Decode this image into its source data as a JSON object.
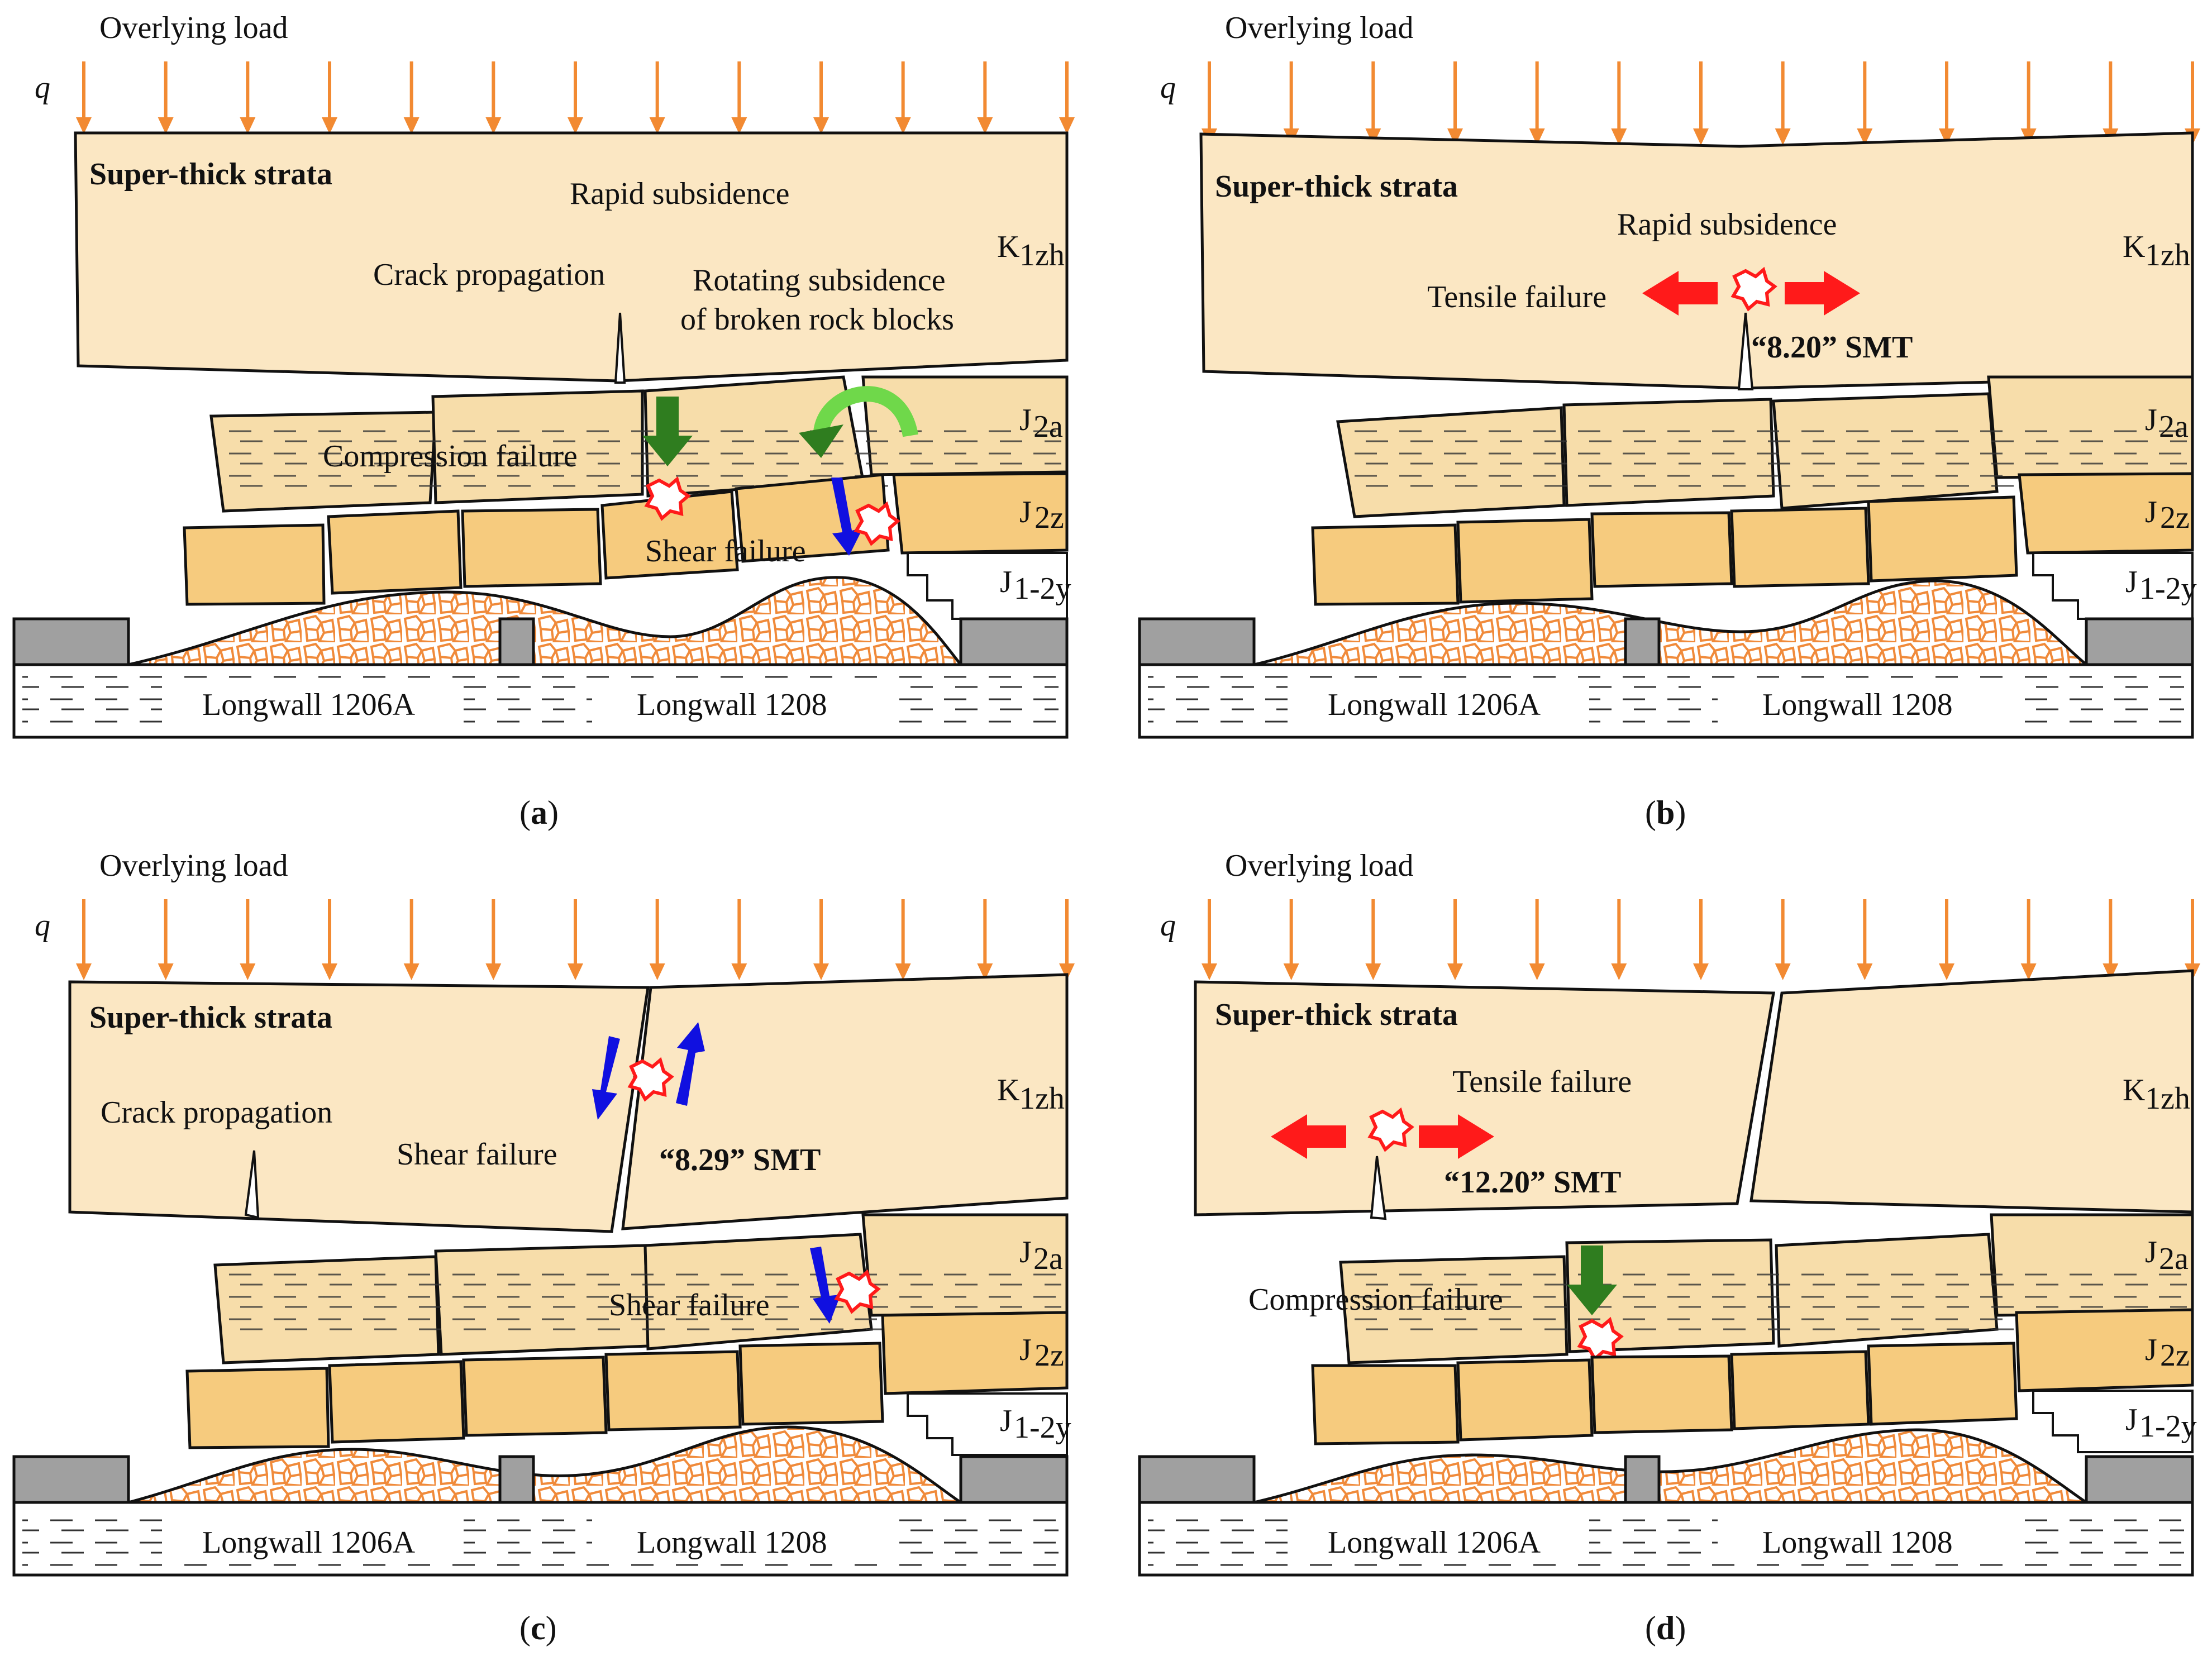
{
  "labels": {
    "overlying_load": "Overlying load",
    "q": "q",
    "super_thick_strata": "Super-thick strata",
    "longwall_a": "Longwall 1206A",
    "longwall_b": "Longwall 1208",
    "k1zh": "K",
    "k1zh_sub": "1zh",
    "j2a": "J",
    "j2a_sub": "2a",
    "j2z": "J",
    "j2z_sub": "2z",
    "j12y": "J",
    "j12y_sub": "1-2y"
  },
  "panels": [
    {
      "caption": "a",
      "annotations": {
        "rapid_subsidence": "Rapid subsidence",
        "crack_propagation": "Crack propagation",
        "rotating_1": "Rotating subsidence",
        "rotating_2": "of broken rock blocks",
        "compression_failure": "Compression failure",
        "shear_failure": "Shear failure"
      }
    },
    {
      "caption": "b",
      "annotations": {
        "rapid_subsidence": "Rapid subsidence",
        "tensile_failure": "Tensile failure",
        "smt": "“8.20” SMT"
      }
    },
    {
      "caption": "c",
      "annotations": {
        "crack_propagation": "Crack propagation",
        "shear_failure_upper": "Shear failure",
        "smt": "“8.29” SMT",
        "shear_failure_lower": "Shear failure"
      }
    },
    {
      "caption": "d",
      "annotations": {
        "tensile_failure": "Tensile failure",
        "smt": "“12.20” SMT",
        "compression_failure": "Compression failure"
      }
    }
  ],
  "colors": {
    "strata_fill": "#fbe7c3",
    "mid_fill": "#f7ddaa",
    "low_fill": "#f6cb7e",
    "gob_line": "#f08a3a",
    "load_arrow": "#f28a32",
    "coal_pillar": "#a0a0a0",
    "red_arrow": "#ff1a1a",
    "blue_arrow": "#1010e0",
    "green_arrow": "#2f7d1f",
    "light_green": "#6fd84a",
    "smt_red": "#ff1a1a",
    "smt_blue": "#1a1ae0"
  }
}
